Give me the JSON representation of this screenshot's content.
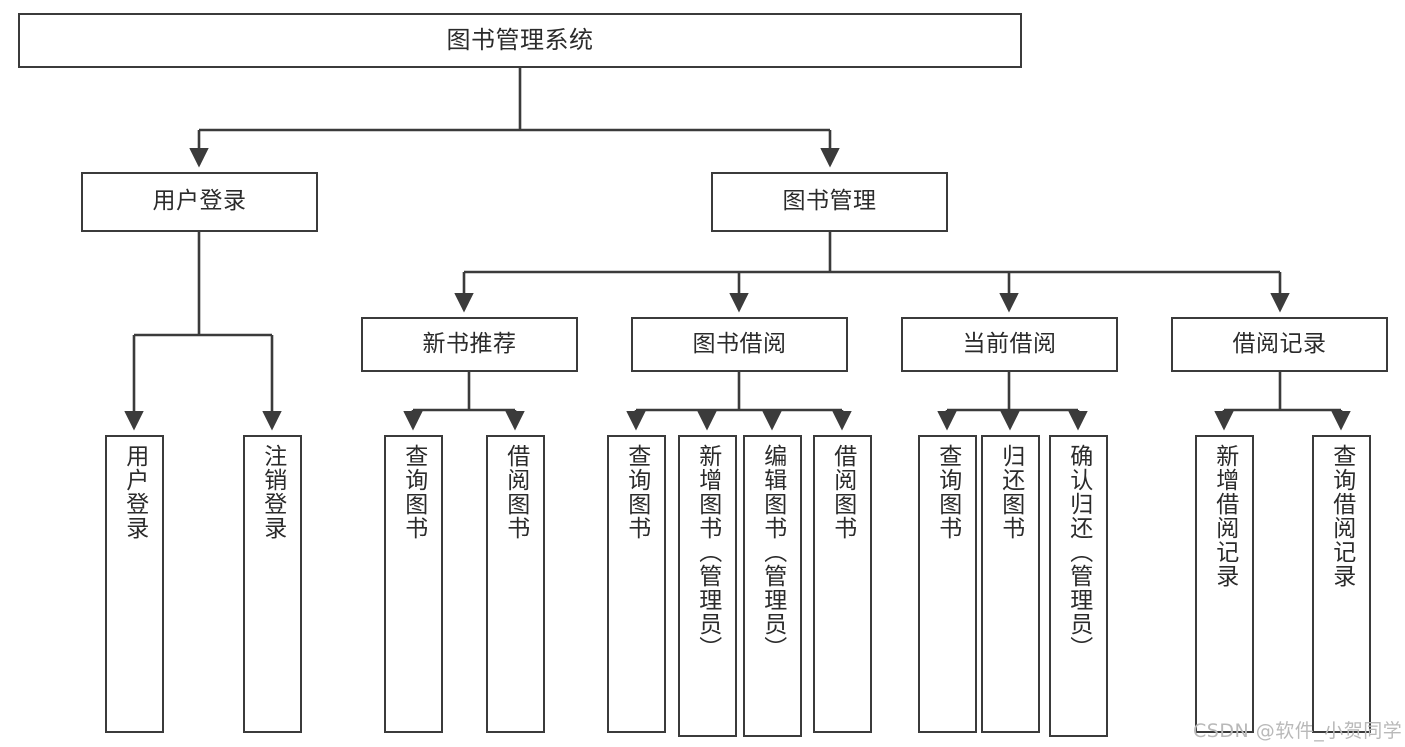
{
  "diagram": {
    "title": "图书管理系统",
    "type": "tree-hierarchy",
    "watermark": "CSDN @软件_小贺同学",
    "colors": {
      "stroke": "#3b3b3b",
      "fill": "#ffffff",
      "text": "#2b2b2b",
      "watermark": "#b9b9b9"
    },
    "nodes": {
      "root": {
        "label": "图书管理系统"
      },
      "level2": [
        {
          "label": "用户登录"
        },
        {
          "label": "图书管理"
        }
      ],
      "level3": [
        {
          "label": "新书推荐"
        },
        {
          "label": "图书借阅"
        },
        {
          "label": "当前借阅"
        },
        {
          "label": "借阅记录"
        }
      ],
      "leaves_user_login": [
        {
          "label": "用户登录"
        },
        {
          "label": "注销登录"
        }
      ],
      "leaves_new_book": [
        {
          "label": "查询图书"
        },
        {
          "label": "借阅图书"
        }
      ],
      "leaves_borrow": [
        {
          "label": "查询图书"
        },
        {
          "label": "新增图书（管理员）"
        },
        {
          "label": "编辑图书（管理员）"
        },
        {
          "label": "借阅图书"
        }
      ],
      "leaves_current": [
        {
          "label": "查询图书"
        },
        {
          "label": "归还图书"
        },
        {
          "label": "确认归还（管理员）"
        }
      ],
      "leaves_records": [
        {
          "label": "新增借阅记录"
        },
        {
          "label": "查询借阅记录"
        }
      ]
    }
  }
}
